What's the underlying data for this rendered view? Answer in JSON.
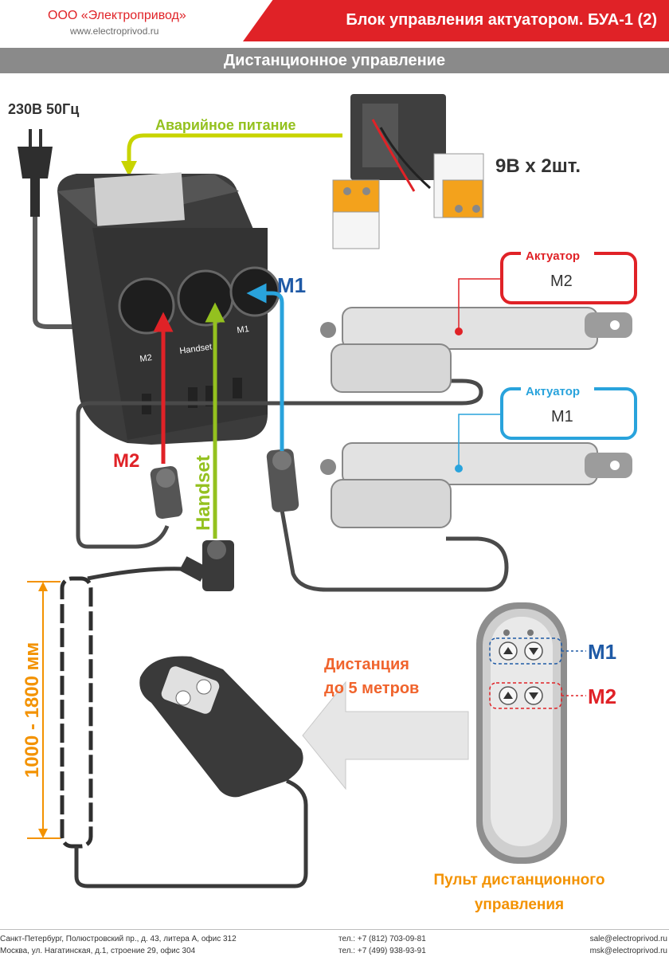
{
  "header": {
    "company": "ООО «Электропривод»",
    "website": "www.electroprivod.ru",
    "title": "Блок управления актуатором. БУА-1 (2)"
  },
  "section": {
    "title": "Дистанционное управление"
  },
  "diagram": {
    "power_label": "230В 50Гц",
    "backup_power_label": "Аварийное питание",
    "battery_label": "9В x 2шт.",
    "control_unit_labels": {
      "m2": "M2",
      "handset": "Handset",
      "m1": "M1"
    },
    "port_m1_label": "M1",
    "port_m2_label": "M2",
    "port_handset_label": "Handset",
    "actuators": [
      {
        "title": "Актуатор",
        "name": "M2",
        "color": "#e02227"
      },
      {
        "title": "Актуатор",
        "name": "M1",
        "color": "#29a3dc"
      }
    ],
    "cable_length_label": "1000 - 1800 мм",
    "distance_label": [
      "Дистанция",
      "до 5 метров"
    ],
    "remote": {
      "m1_label": "M1",
      "m2_label": "M2",
      "caption": [
        "Пульт дистанционного",
        "управления"
      ]
    },
    "colors": {
      "red": "#e02227",
      "blue": "#29a3dc",
      "green": "#94c11f",
      "orange": "#f39200",
      "dark_blue": "#1f5aa6",
      "unit": "#4a4a4a"
    }
  },
  "footer": {
    "address_spb": "Санкт-Петербург, Полюстровский пр., д. 43, литера А, офис 312",
    "address_msk": "Москва, ул. Нагатинская, д.1, строение 29, офис 304",
    "phone_spb": "тел.: +7 (812) 703-09-81",
    "phone_msk": "тел.: +7 (499) 938-93-91",
    "email_spb": "sale@electroprivod.ru",
    "email_msk": "msk@electroprivod.ru"
  }
}
